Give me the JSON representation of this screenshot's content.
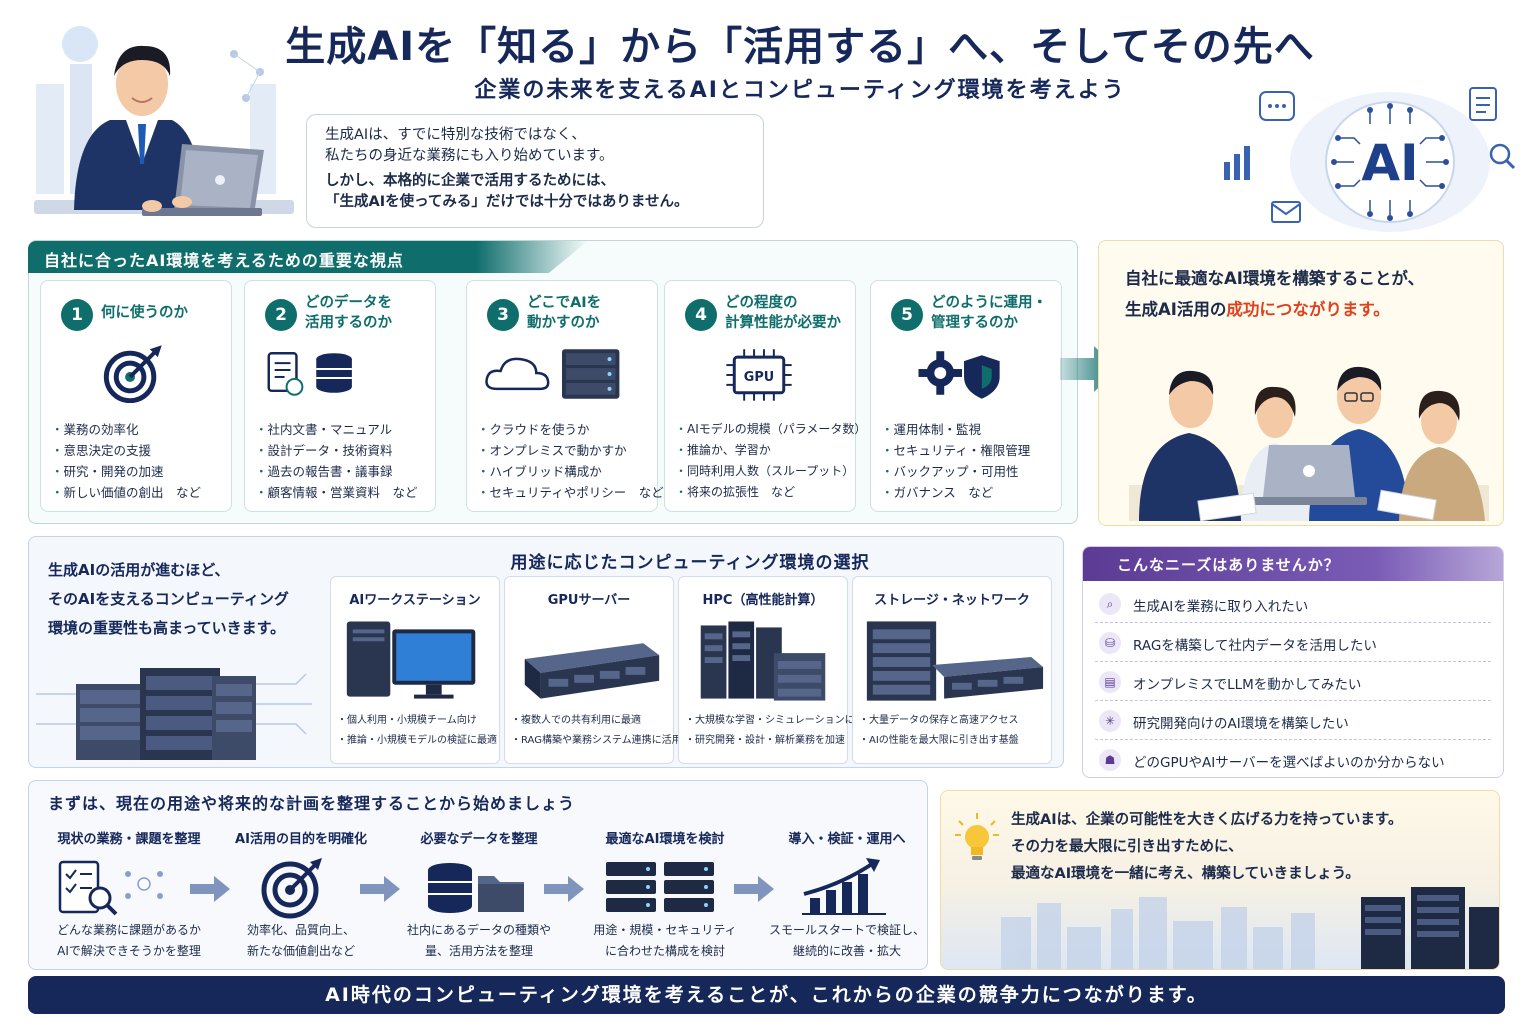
{
  "header": {
    "title": "生成AIを「知る」から「活用する」へ、そしてその先へ",
    "subtitle": "企業の未来を支えるAIとコンピューティング環境を考えよう"
  },
  "intro": {
    "line1": "生成AIは、すでに特別な技術ではなく、",
    "line2": "私たちの身近な業務にも入り始めています。",
    "line3": "しかし、本格的に企業で活用するためには、",
    "line4": "「生成AIを使ってみる」だけでは十分ではありません。"
  },
  "hero_badge": "AI",
  "viewpoints": {
    "heading": "自社に合ったAI環境を考えるための重要な視点",
    "cards": [
      {
        "num": "1",
        "title": "何に使うのか",
        "items": [
          "業務の効率化",
          "意思決定の支援",
          "研究・開発の加速",
          "新しい価値の創出　など"
        ]
      },
      {
        "num": "2",
        "title": "どのデータを\n活用するのか",
        "items": [
          "社内文書・マニュアル",
          "設計データ・技術資料",
          "過去の報告書・議事録",
          "顧客情報・営業資料　など"
        ]
      },
      {
        "num": "3",
        "title": "どこでAIを\n動かすのか",
        "items": [
          "クラウドを使うか",
          "オンプレミスで動かすか",
          "ハイブリッド構成か",
          "セキュリティやポリシー　など"
        ]
      },
      {
        "num": "4",
        "title": "どの程度の\n計算性能が必要か",
        "items": [
          "AIモデルの規模（パラメータ数）",
          "推論か、学習か",
          "同時利用人数（スループット）",
          "将来の拡張性　など"
        ]
      },
      {
        "num": "5",
        "title": "どのように運用・\n管理するのか",
        "items": [
          "運用体制・監視",
          "セキュリティ・権限管理",
          "バックアップ・可用性",
          "ガバナンス　など"
        ]
      }
    ],
    "gpu_label": "GPU"
  },
  "success": {
    "line1": "自社に最適なAI環境を構築することが、",
    "line2_prefix": "生成AI活用の",
    "line2_highlight": "成功につながります。"
  },
  "computing": {
    "left_line1": "生成AIの活用が進むほど、",
    "left_line2": "そのAIを支えるコンピューティング",
    "left_line3": "環境の重要性も高まっていきます。",
    "title": "用途に応じたコンピューティング環境の選択",
    "cards": [
      {
        "title": "AIワークステーション",
        "items": [
          "個人利用・小規模チーム向け",
          "推論・小規模モデルの検証に最適"
        ]
      },
      {
        "title": "GPUサーバー",
        "items": [
          "複数人での共有利用に最適",
          "RAG構築や業務システム連携に活用"
        ]
      },
      {
        "title": "HPC（高性能計算）",
        "items": [
          "大規模な学習・シミュレーションに最適",
          "研究開発・設計・解析業務を加速"
        ]
      },
      {
        "title": "ストレージ・ネットワーク",
        "items": [
          "大量データの保存と高速アクセス",
          "AIの性能を最大限に引き出す基盤"
        ]
      }
    ]
  },
  "needs": {
    "heading": "こんなニーズはありませんか？",
    "items": [
      "生成AIを業務に取り入れたい",
      "RAGを構築して社内データを活用したい",
      "オンプレミスでLLMを動かしてみたい",
      "研究開発向けのAI環境を構築したい",
      "どのGPUやAIサーバーを選べばよいのか分からない"
    ]
  },
  "steps": {
    "heading": "まずは、現在の用途や将来的な計画を整理することから始めましょう",
    "items": [
      {
        "title": "現状の業務・課題を整理",
        "desc1": "どんな業務に課題があるか",
        "desc2": "AIで解決できそうかを整理"
      },
      {
        "title": "AI活用の目的を明確化",
        "desc1": "効率化、品質向上、",
        "desc2": "新たな価値創出など"
      },
      {
        "title": "必要なデータを整理",
        "desc1": "社内にあるデータの種類や",
        "desc2": "量、活用方法を整理"
      },
      {
        "title": "最適なAI環境を検討",
        "desc1": "用途・規模・セキュリティ",
        "desc2": "に合わせた構成を検討"
      },
      {
        "title": "導入・検証・運用へ",
        "desc1": "スモールスタートで検証し、",
        "desc2": "継続的に改善・拡大"
      }
    ]
  },
  "closing": {
    "line1": "生成AIは、企業の可能性を大きく広げる力を持っています。",
    "line2": "その力を最大限に引き出すために、",
    "line3": "最適なAI環境を一緒に考え、構築していきましょう。"
  },
  "footer": "AI時代のコンピューティング環境を考えることが、これからの企業の競争力につながります。",
  "colors": {
    "navy": "#16285a",
    "teal": "#0f6e6c",
    "purple": "#5b3b94",
    "accent_red": "#e0411c"
  }
}
